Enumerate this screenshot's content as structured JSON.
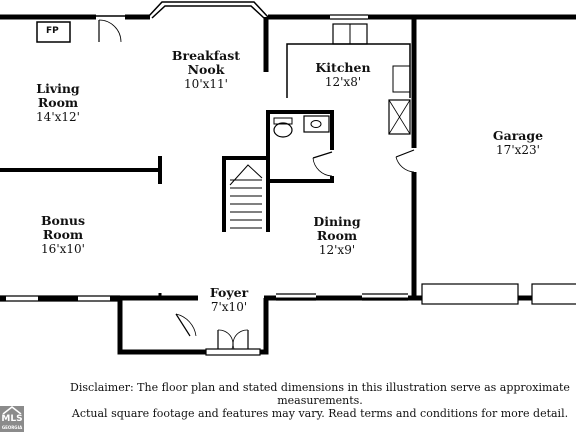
{
  "fireplace": "FP",
  "rooms": [
    {
      "id": "living-room",
      "name1": "Living",
      "name2": "Room",
      "dims": "14'x12'"
    },
    {
      "id": "breakfast-nook",
      "name1": "Breakfast",
      "name2": "Nook",
      "dims": "10'x11'"
    },
    {
      "id": "kitchen",
      "name1": "Kitchen",
      "name2": "",
      "dims": "12'x8'"
    },
    {
      "id": "garage",
      "name1": "Garage",
      "name2": "",
      "dims": "17'x23'"
    },
    {
      "id": "bonus-room",
      "name1": "Bonus",
      "name2": "Room",
      "dims": "16'x10'"
    },
    {
      "id": "dining-room",
      "name1": "Dining",
      "name2": "Room",
      "dims": "12'x9'"
    },
    {
      "id": "foyer",
      "name1": "Foyer",
      "name2": "",
      "dims": "7'x10'"
    }
  ],
  "disclaimer": {
    "line1": "Disclaimer: The floor plan and stated dimensions in this illustration serve as approximate measurements.",
    "line2": "Actual square footage and features may vary. Read terms and conditions for more detail."
  },
  "logo": {
    "text": "MLS",
    "subtext": "GEORGIA",
    "color": "#8b8b8b"
  }
}
